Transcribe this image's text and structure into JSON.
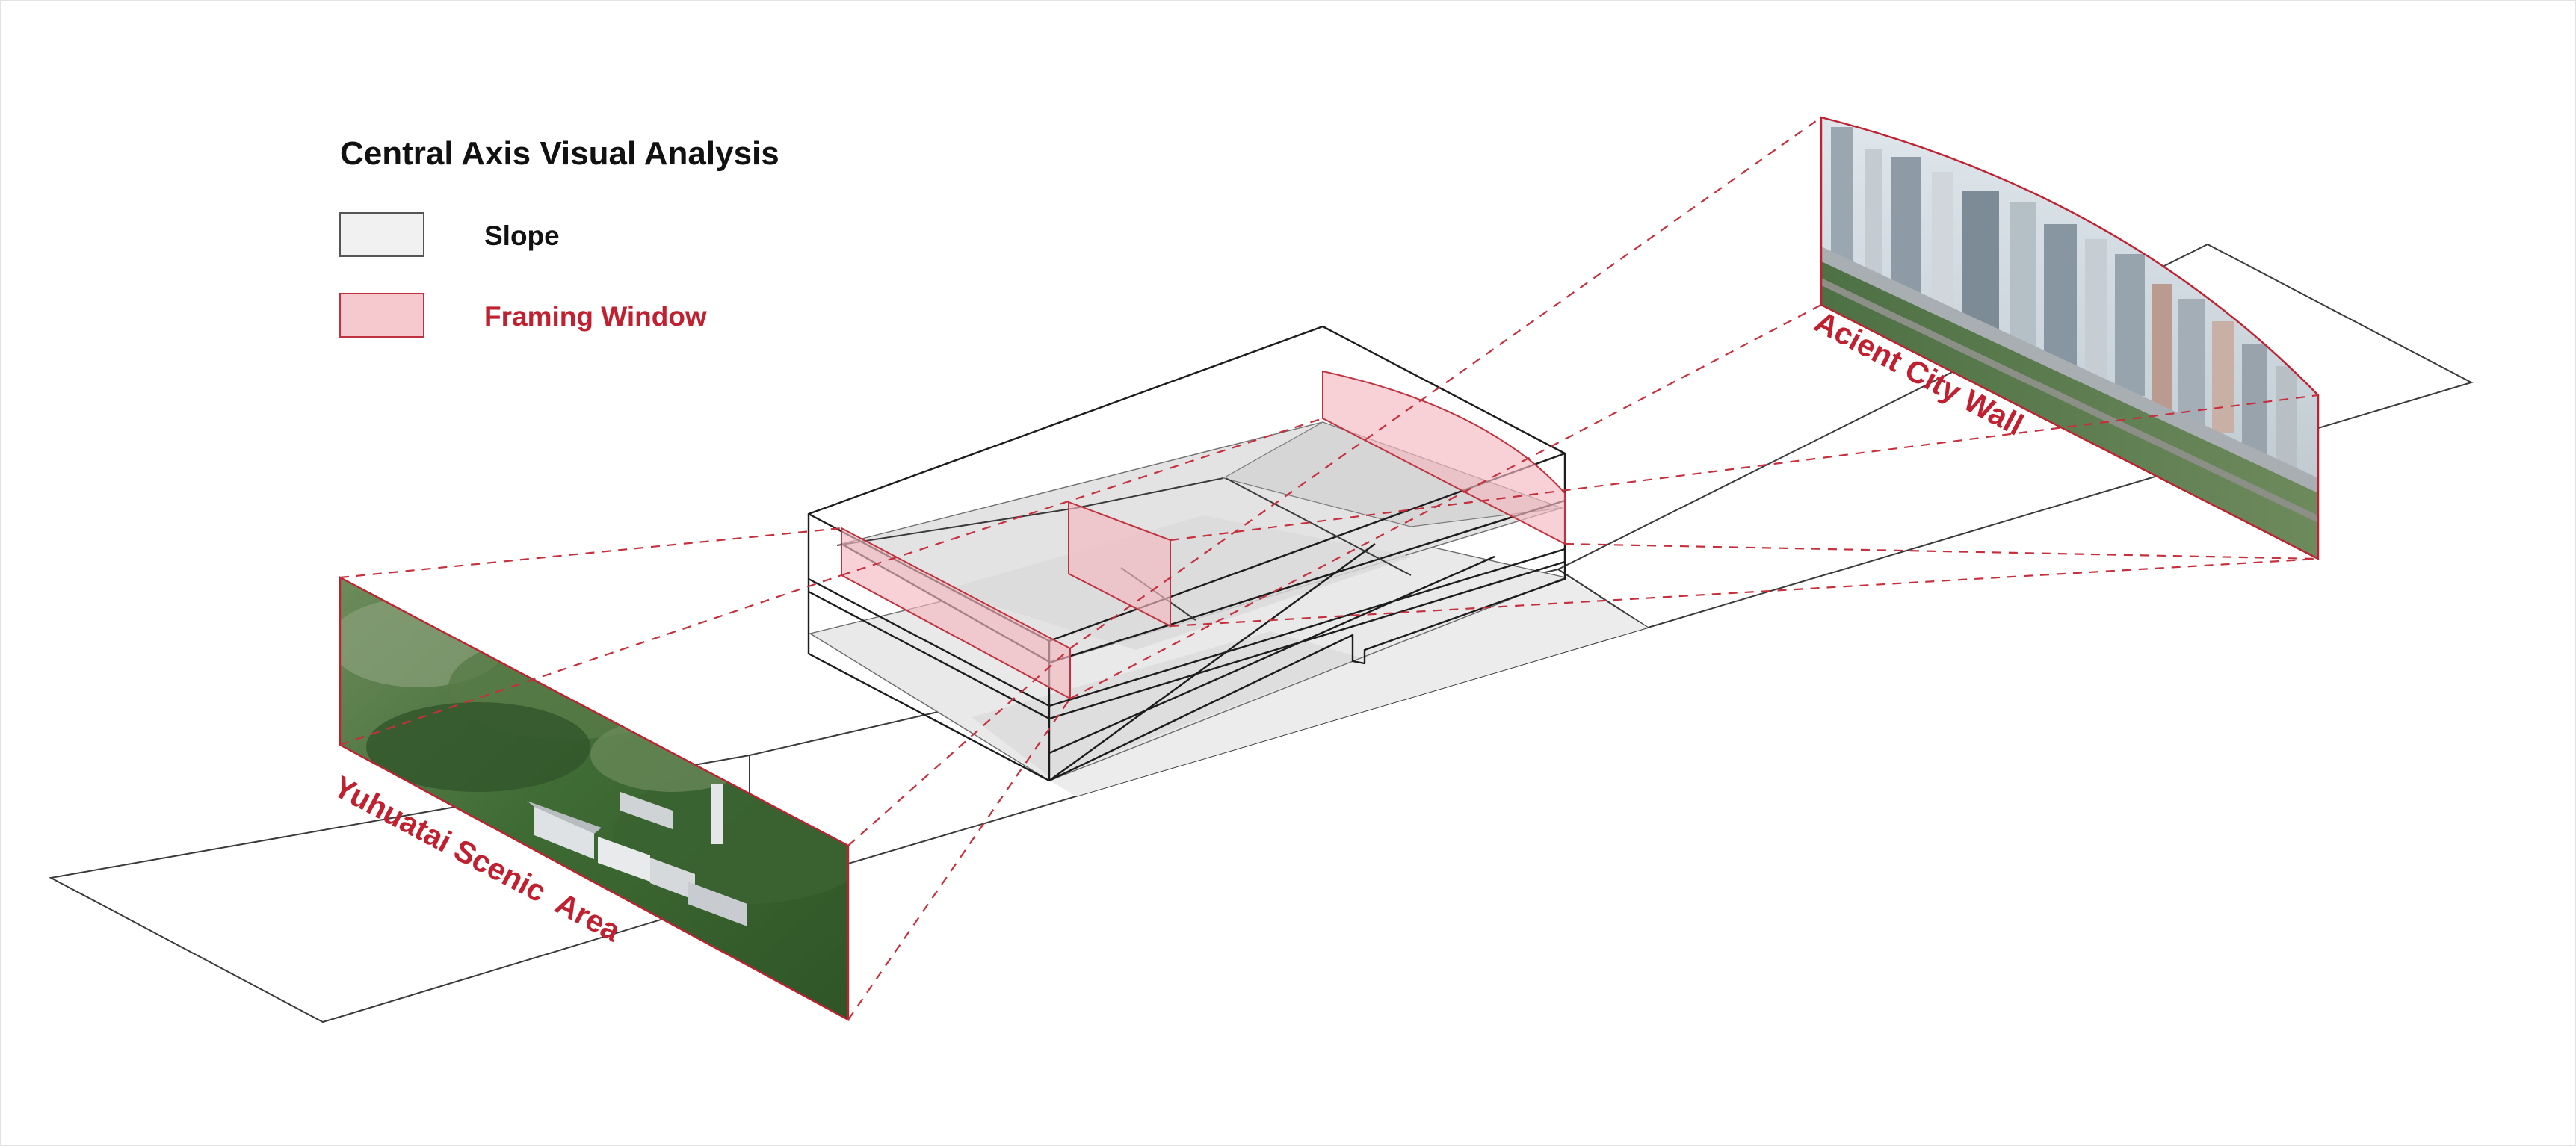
{
  "legend": {
    "title": "Central Axis Visual Analysis",
    "items": [
      {
        "id": "slope",
        "label": "Slope",
        "swatch_fill": "#f1f1f1",
        "swatch_stroke": "#555555",
        "label_color": "#111111"
      },
      {
        "id": "framing",
        "label": "Framing Window",
        "swatch_fill": "#f5c9cd",
        "swatch_stroke": "#c0323f",
        "label_color": "#c0202f"
      }
    ]
  },
  "places": {
    "left": "Yuhuatai Scenic  Area",
    "right": "Acient City Wall"
  },
  "colors": {
    "accent": "#c0202f",
    "sightline": "#c62f3c",
    "window_fill": "#f2b8be",
    "slope_fill": "#dcdcdc",
    "ground_line": "#3a3a3a"
  }
}
